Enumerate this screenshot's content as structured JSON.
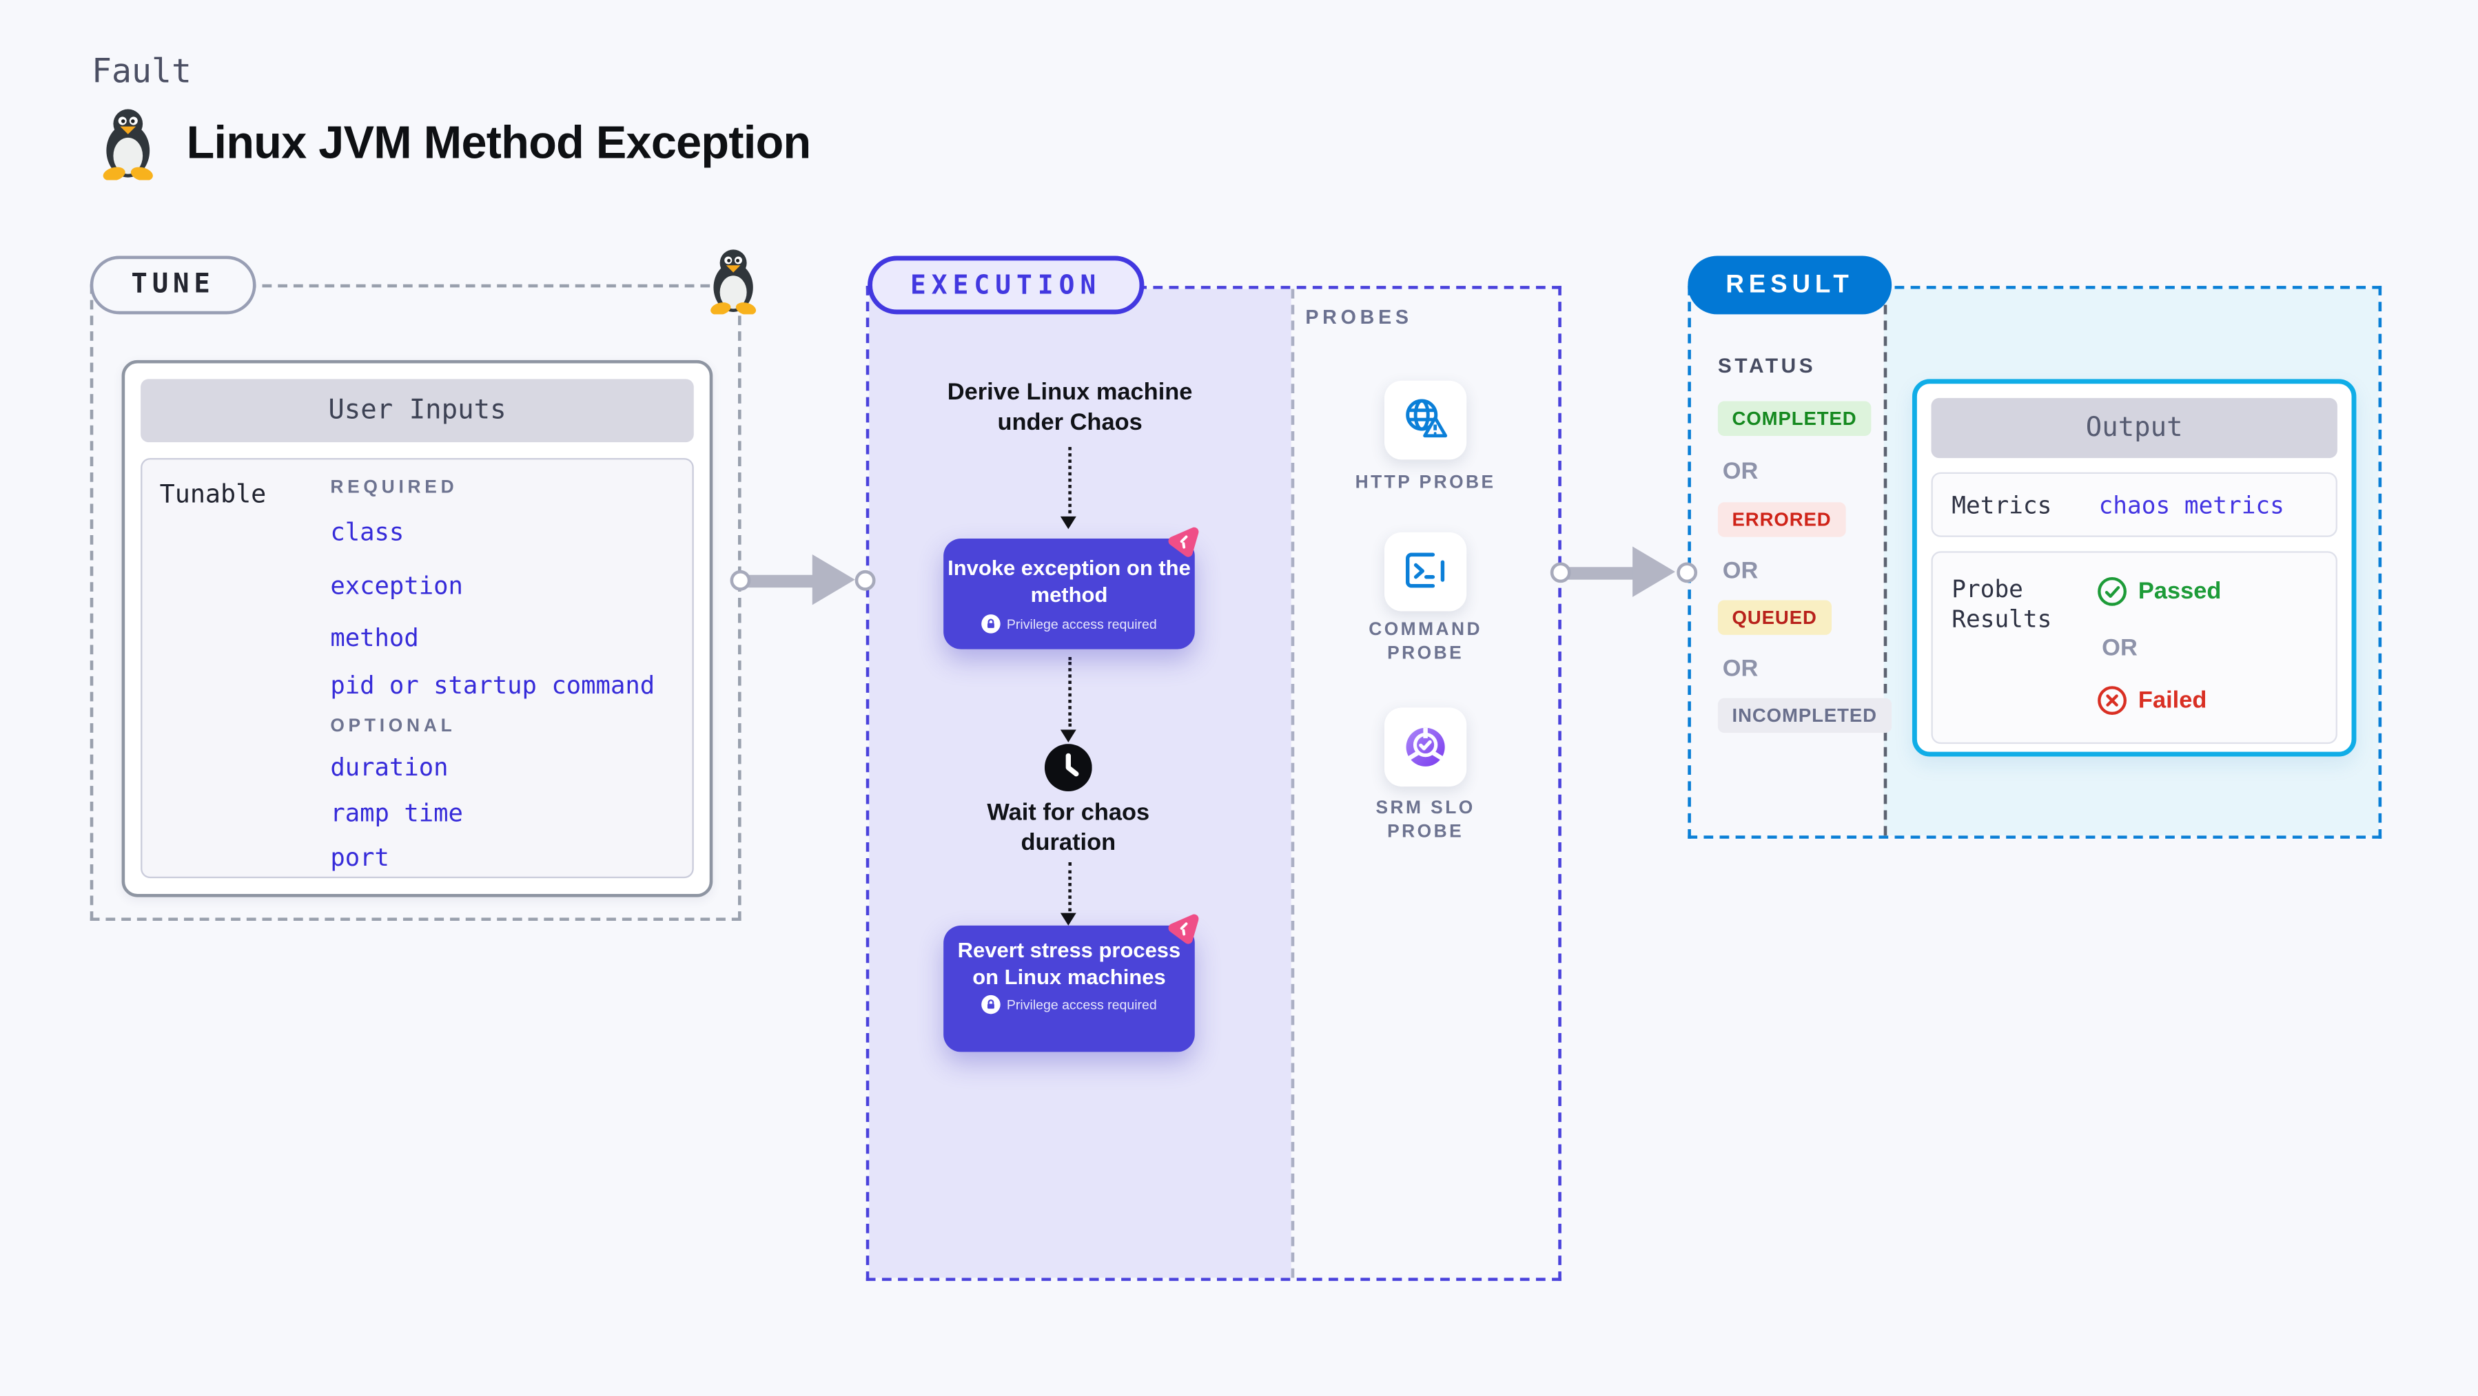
{
  "page": {
    "kicker": "Fault",
    "title": "Linux JVM Method Exception"
  },
  "icons": {
    "fault_icon": "linux-tux",
    "step_lock_icon": "lock",
    "step_corner_badge": "chaos-pink-triangle"
  },
  "colors": {
    "accent_indigo": "#4238e0",
    "execution_fill": "#e5e4fa",
    "step_card_indigo": "#4b44d8",
    "chaos_pink": "#ef4e87",
    "probe_blue": "#0b7fd8",
    "slo_purple": "#7a3bee",
    "result_blue": "#0278d5",
    "output_border_cyan": "#10ade7",
    "link_blue": "#362bd9",
    "passed_green": "#1d9b38",
    "failed_red": "#d92f23",
    "arrow_gray": "#b3b5c4"
  },
  "tune": {
    "badge": "TUNE",
    "table_title": "User Inputs",
    "row_label": "Tunable",
    "required_label": "REQUIRED",
    "required_items": [
      "class",
      "exception",
      "method",
      "pid or startup command"
    ],
    "optional_label": "OPTIONAL",
    "optional_items": [
      "duration",
      "ramp time",
      "port"
    ]
  },
  "execution": {
    "badge": "EXECUTION",
    "steps": [
      {
        "type": "text",
        "label": "Derive Linux machine under Chaos"
      },
      {
        "type": "card",
        "label": "Invoke exception on the method",
        "note": "Privilege access required"
      },
      {
        "type": "clock",
        "label": "Wait for chaos duration"
      },
      {
        "type": "card",
        "label": "Revert stress process on Linux machines",
        "note": "Privilege access required"
      }
    ]
  },
  "probes": {
    "heading": "PROBES",
    "items": [
      {
        "label": "HTTP PROBE",
        "icon": "globe-alert-icon"
      },
      {
        "label": "COMMAND PROBE",
        "icon": "terminal-icon"
      },
      {
        "label": "SRM SLO PROBE",
        "icon": "slo-donut-icon"
      }
    ]
  },
  "result": {
    "badge": "RESULT",
    "status_heading": "STATUS",
    "or_label": "OR",
    "statuses": [
      {
        "label": "COMPLETED",
        "fg": "#15891f",
        "bg": "#ddf3dc"
      },
      {
        "label": "ERRORED",
        "fg": "#cf2318",
        "bg": "#fbe7e6"
      },
      {
        "label": "QUEUED",
        "fg": "#b8211b",
        "bg": "#f9efc3"
      },
      {
        "label": "INCOMPLETED",
        "fg": "#696f8c",
        "bg": "#ebebf1"
      }
    ],
    "output": {
      "title": "Output",
      "metrics_label": "Metrics",
      "metrics_value": "chaos metrics",
      "probe_results_label": "Probe Results",
      "passed_label": "Passed",
      "or_label": "OR",
      "failed_label": "Failed"
    }
  }
}
